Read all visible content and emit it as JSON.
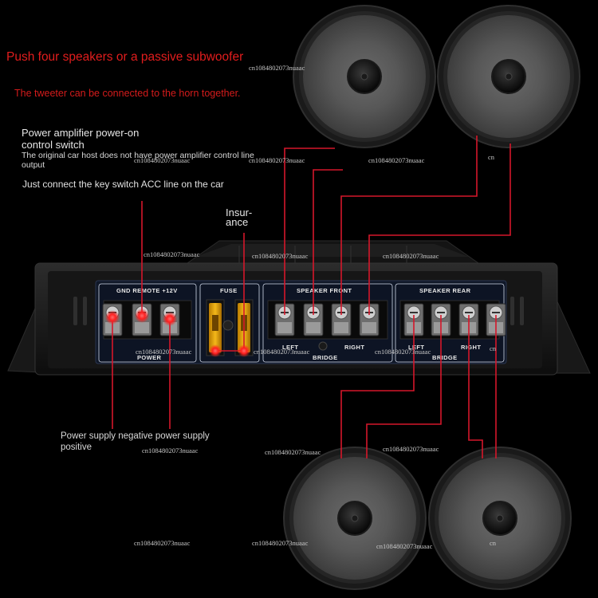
{
  "headline": "Push four speakers or a passive subwoofer",
  "tweeter_note": "The tweeter can be connected to the horn together.",
  "power_switch": {
    "title": "Power amplifier power-on control switch",
    "note": "The original car host does not have power amplifier control line output",
    "acc": "Just connect the key switch ACC line on the car"
  },
  "insurance_label": "Insur-\nance",
  "power_supply_label": "Power supply negative power supply positive",
  "panel": {
    "power_header": "GND REMOTE +12V",
    "power_footer": "POWER",
    "fuse_header": "FUSE",
    "front_header": "SPEAKER FRONT",
    "rear_header": "SPEAKER REAR",
    "left": "LEFT",
    "right": "RIGHT",
    "bridge": "BRIDGE"
  },
  "watermark": "cn1084802073nuaac",
  "watermark_short": "cn",
  "colors": {
    "text_red": "#e21d1d",
    "wire_red": "#d5172a",
    "glow_red": "#ff2a2a",
    "fuse_amber": "#e8a400",
    "panel_blue": "#1c2a52"
  }
}
